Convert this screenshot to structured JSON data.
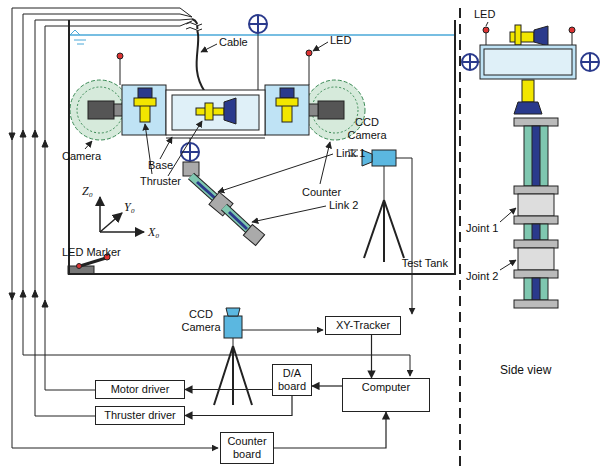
{
  "diagram": {
    "nodes": [
      {
        "text": [
          "Test Tank"
        ]
      },
      {
        "text": [
          "XY-Tracker"
        ]
      },
      {
        "text": [
          "Motor driver"
        ]
      },
      {
        "text": [
          "Thruster driver"
        ]
      },
      {
        "text": [
          "Counter board"
        ]
      },
      {
        "text": [
          "D/A board"
        ]
      },
      {
        "text": [
          "Computer"
        ]
      }
    ],
    "edges": [
      {
        "from": 1,
        "to": 6,
        "arrow": "to"
      },
      {
        "from": 6,
        "to": 5,
        "arrow": "to"
      },
      {
        "from": 5,
        "to": 2,
        "arrow": "to"
      },
      {
        "from": 5,
        "to": 3,
        "arrow": "to"
      },
      {
        "from": 4,
        "to": 6,
        "arrow": "to"
      }
    ],
    "labels": [
      "Cable",
      "LED",
      "Camera",
      "Base",
      "Thruster",
      "Counter",
      "Link 1",
      "Link 2",
      "Z₀",
      "Y₀",
      "X₀",
      "LED Marker",
      "CCD Camera",
      "CCD Camera",
      "Side view",
      "LED",
      "Joint 1",
      "Joint 2"
    ]
  }
}
